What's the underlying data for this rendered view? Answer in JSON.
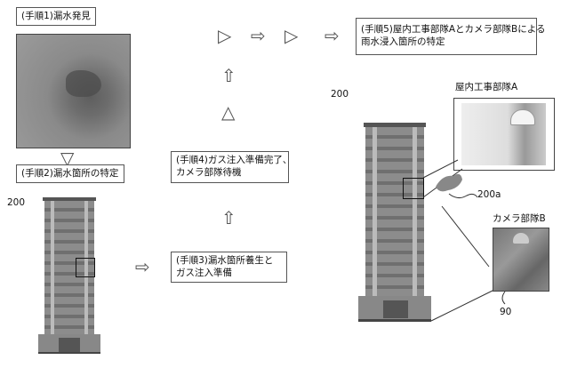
{
  "steps": {
    "step1": "(手順1)漏水発見",
    "step2": "(手順2)漏水箇所の特定",
    "step3_line1": "(手順3)漏水箇所養生と",
    "step3_line2": "ガス注入準備",
    "step4_line1": "(手順4)ガス注入準備完了、",
    "step4_line2": "カメラ部隊待機",
    "step5_line1": "(手順5)屋内工事部隊Aとカメラ部隊Bによる",
    "step5_line2": "雨水浸入箇所の特定"
  },
  "labels": {
    "building_ref_left": "200",
    "building_ref_right": "200",
    "team_a": "屋内工事部隊A",
    "team_b": "カメラ部隊B",
    "leak_ref": "200a",
    "camera_ref": "90"
  }
}
